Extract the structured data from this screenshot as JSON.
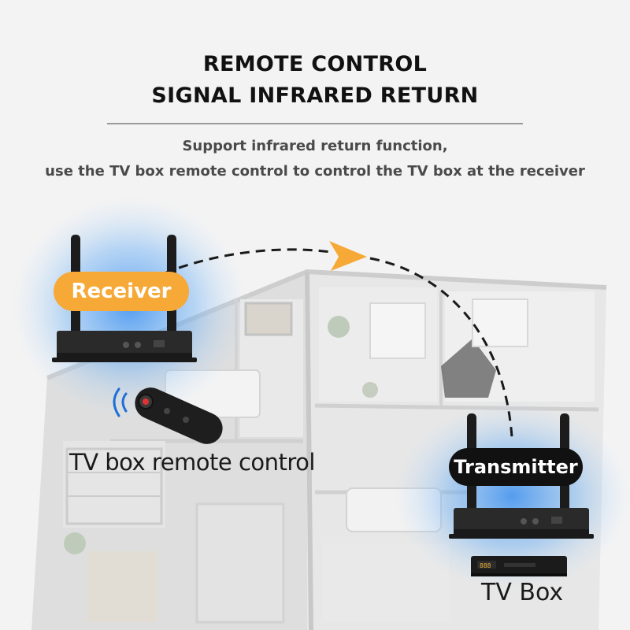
{
  "header": {
    "title_line1": "REMOTE CONTROL",
    "title_line2": "SIGNAL INFRARED RETURN",
    "subtitle_line1": "Support infrared return function,",
    "subtitle_line2": "use the TV box remote control to control the TV box at the receiver"
  },
  "labels": {
    "receiver": "Receiver",
    "transmitter": "Transmitter",
    "remote": "TV box remote control",
    "tv_box": "TV Box"
  },
  "colors": {
    "receiver_pill": "#f6a937",
    "transmitter_pill": "#111111",
    "arrow": "#f6a937",
    "glow": "#3a8ff0"
  }
}
